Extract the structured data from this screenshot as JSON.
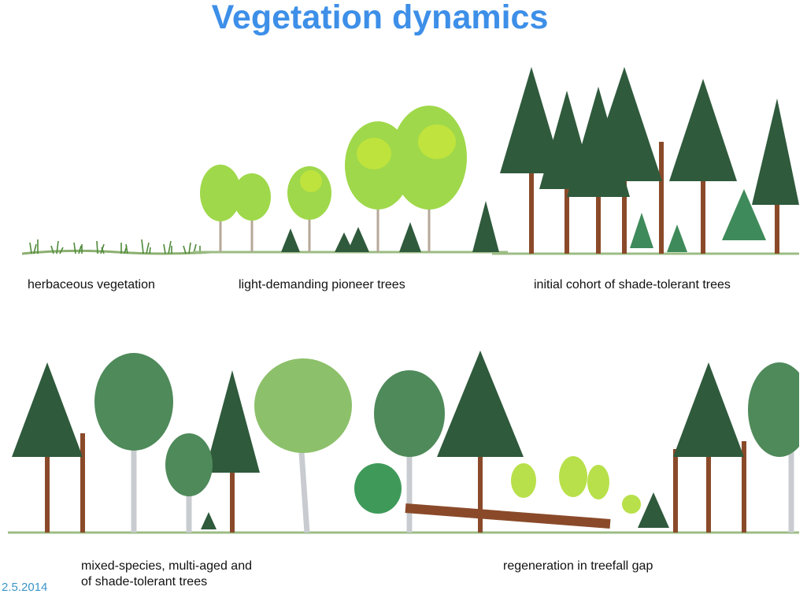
{
  "slide": {
    "title": "Vegetation dynamics",
    "captions": {
      "herbaceous": "herbaceous vegetation",
      "pioneer": "light-demanding pioneer trees",
      "initial_cohort": "initial cohort of shade-tolerant trees",
      "mixed_line1": "mixed-species, multi-aged and",
      "mixed_line2": "of shade-tolerant trees",
      "regeneration": "regeneration in treefall gap"
    },
    "footer_left": "2.5.2014",
    "colors": {
      "title": "#3d8fe8",
      "conifer_dark": "#2f5a3c",
      "conifer_mid": "#3f7a48",
      "pioneer_light": "#9fd84a",
      "pioneer_bright": "#c8e63a",
      "trunk": "#8a4a2a",
      "birch_trunk": "#c8ccd0",
      "ground": "#7aa860"
    }
  }
}
